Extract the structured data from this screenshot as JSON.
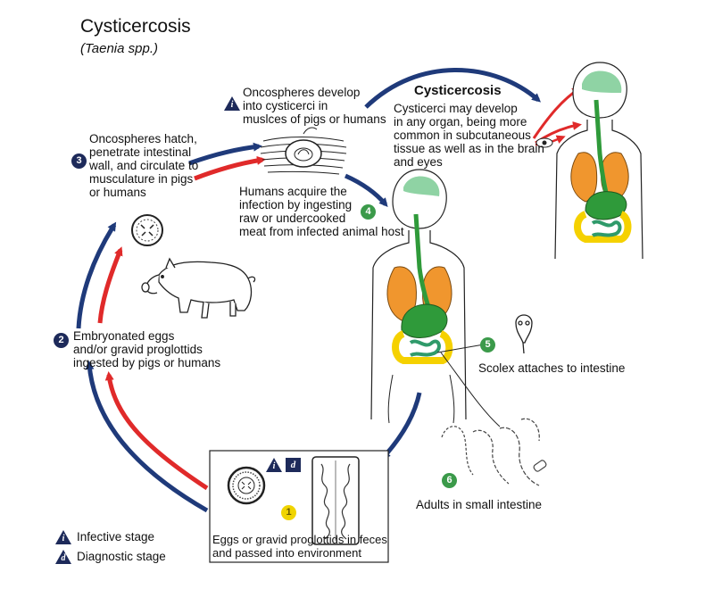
{
  "header": {
    "title": "Cysticercosis",
    "subtitle": "(Taenia spp.)"
  },
  "steps": [
    {
      "number": "1",
      "lines": [
        "Eggs or gravid proglottids in feces",
        "and passed into environment"
      ]
    },
    {
      "number": "2",
      "lines": [
        "Embryonated eggs",
        "and/or gravid proglottids",
        "ingested by pigs or humans"
      ]
    },
    {
      "number": "3",
      "lines": [
        "Oncospheres hatch,",
        "penetrate intestinal",
        "wall, and circulate to",
        "musculature in pigs",
        "or humans"
      ]
    },
    {
      "number": "4",
      "lines": [
        "Humans acquire the",
        "infection by ingesting",
        "raw or undercooked",
        "meat from infected animal host"
      ]
    },
    {
      "number": "5",
      "lines": [
        "Scolex attaches to intestine"
      ]
    },
    {
      "number": "6",
      "lines": [
        "Adults in small intestine"
      ]
    }
  ],
  "cysticerci_note": {
    "symbol": "i",
    "lines": [
      "Oncospheres develop",
      "into cysticerci in",
      "muslces of pigs or humans"
    ]
  },
  "cysticercosis_box": {
    "heading": "Cysticercosis",
    "lines": [
      "Cysticerci may develop",
      "in any organ, being more",
      "common in subcutaneous",
      "tissue as well as in the brain",
      "and eyes"
    ]
  },
  "stage_markers": {
    "infective": "i",
    "diagnostic": "d"
  },
  "legend": {
    "infective": {
      "symbol": "i",
      "label": "Infective stage"
    },
    "diagnostic": {
      "symbol": "d",
      "label": "Diagnostic stage"
    }
  },
  "colors": {
    "human_arrow": "#1f3a7a",
    "pig_arrow": "#e02a2a",
    "badge_navy": "#1d2a5a",
    "badge_green": "#3b9a4a",
    "badge_yellow": "#f0d400",
    "brain": "#8fd3a4",
    "lungs": "#f0962e",
    "intestine": "#2f9a6a",
    "colon": "#f5d100",
    "gut": "#2f9a3a"
  },
  "icons": {
    "egg": "egg-icon",
    "proglottid": "gravid-proglottid-icon",
    "pig": "pig-icon",
    "scolex": "scolex-icon",
    "adult_worm": "adult-worm-icon",
    "human": "human-body-icon"
  }
}
